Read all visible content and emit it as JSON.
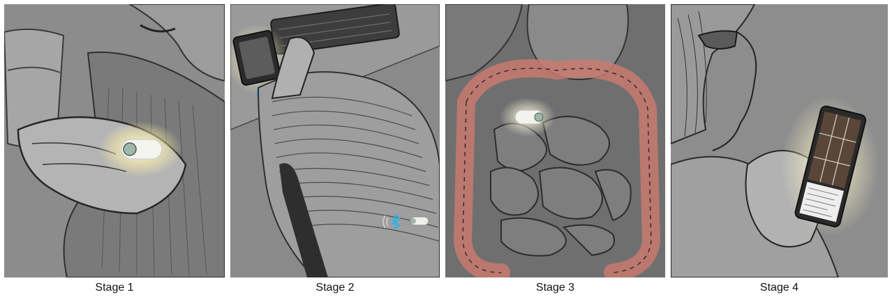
{
  "figure": {
    "panels": [
      {
        "caption": "Stage 1",
        "scene": "hand holding glowing capsule with glass of water"
      },
      {
        "caption": "Stage 2",
        "scene": "person at keyboard with phone and bluetooth capsule"
      },
      {
        "caption": "Stage 3",
        "scene": "capsule traveling through intestines"
      },
      {
        "caption": "Stage 4",
        "scene": "person viewing capsule images on phone"
      }
    ]
  },
  "colors": {
    "bluetooth": "#29b6e8",
    "glow": "#fff6c8",
    "intestine": "#c97a6e"
  },
  "icons": [
    "bluetooth-icon",
    "capsule-icon",
    "phone-icon",
    "keyboard-icon"
  ]
}
